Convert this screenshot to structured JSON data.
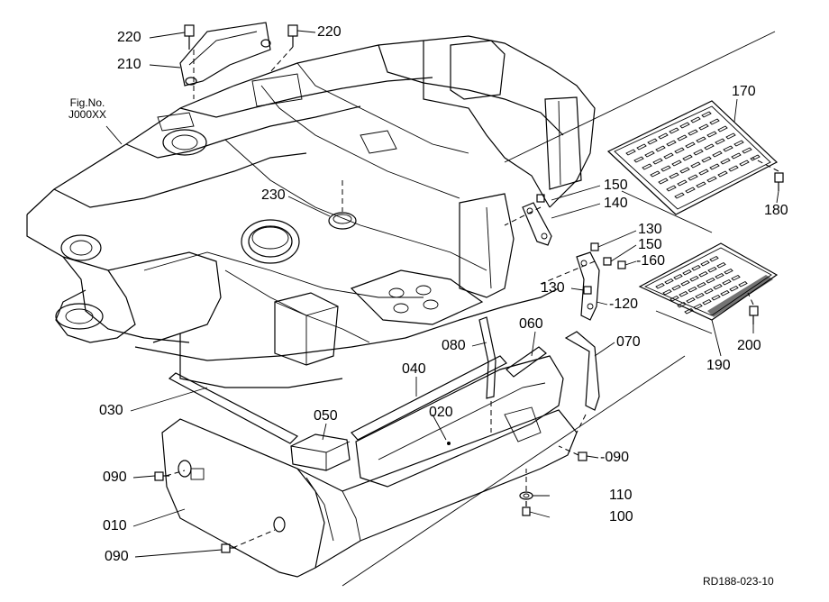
{
  "figure_ref": {
    "line1": "Fig.No.",
    "line2": "J000XX"
  },
  "drawing_code": "RD188-023-10",
  "parts": [
    {
      "id": "220a",
      "label": "220"
    },
    {
      "id": "220b",
      "label": "220"
    },
    {
      "id": "210",
      "label": "210"
    },
    {
      "id": "170",
      "label": "170"
    },
    {
      "id": "180",
      "label": "180"
    },
    {
      "id": "150a",
      "label": "150"
    },
    {
      "id": "140",
      "label": "140"
    },
    {
      "id": "230",
      "label": "230"
    },
    {
      "id": "130a",
      "label": "130"
    },
    {
      "id": "150b",
      "label": "150"
    },
    {
      "id": "160",
      "label": "-160"
    },
    {
      "id": "130b",
      "label": "130"
    },
    {
      "id": "120",
      "label": "-120"
    },
    {
      "id": "060",
      "label": "060"
    },
    {
      "id": "070",
      "label": "070"
    },
    {
      "id": "080",
      "label": "080"
    },
    {
      "id": "200",
      "label": "200"
    },
    {
      "id": "190",
      "label": "190"
    },
    {
      "id": "040",
      "label": "040"
    },
    {
      "id": "030",
      "label": "030"
    },
    {
      "id": "020",
      "label": "020"
    },
    {
      "id": "050",
      "label": "050"
    },
    {
      "id": "090a",
      "label": "090"
    },
    {
      "id": "090b",
      "label": "-090"
    },
    {
      "id": "110",
      "label": "110"
    },
    {
      "id": "010",
      "label": "010"
    },
    {
      "id": "100",
      "label": "100"
    },
    {
      "id": "090c",
      "label": "090"
    }
  ]
}
